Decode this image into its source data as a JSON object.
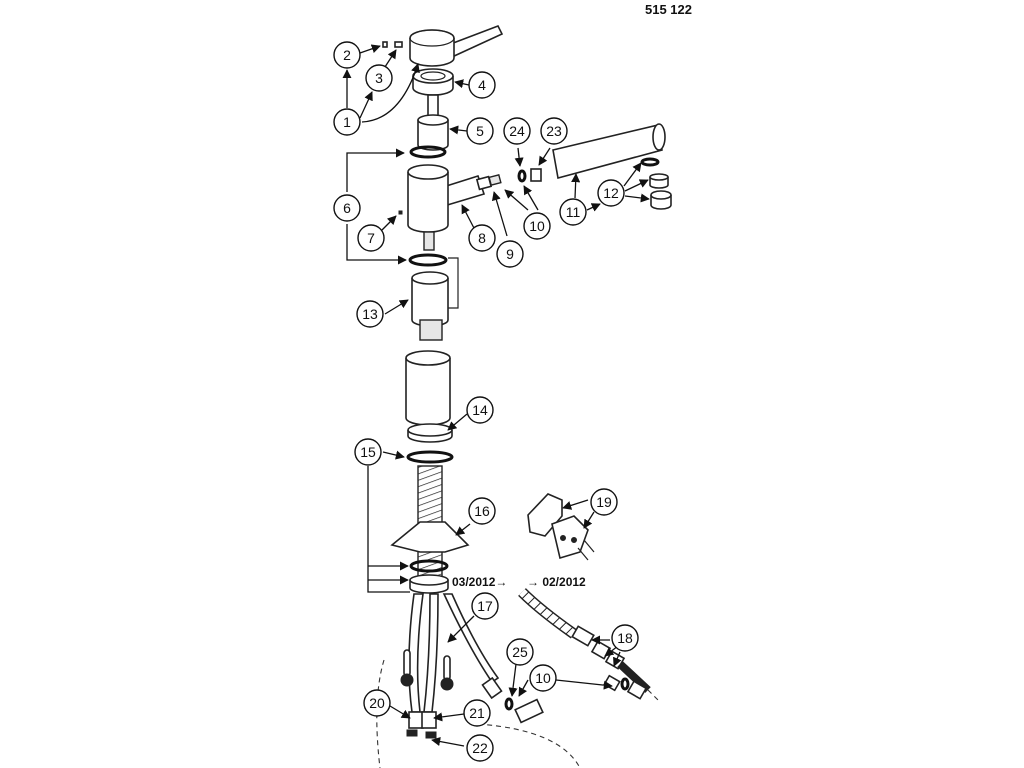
{
  "header": {
    "part_number": "515 122"
  },
  "callouts": [
    "1",
    "2",
    "3",
    "4",
    "5",
    "6",
    "7",
    "8",
    "9",
    "10",
    "11",
    "12",
    "13",
    "14",
    "15",
    "16",
    "17",
    "18",
    "19",
    "20",
    "21",
    "22",
    "23",
    "24",
    "25"
  ],
  "date_labels": {
    "left": "03/2012→",
    "right": "→ 02/2012"
  }
}
